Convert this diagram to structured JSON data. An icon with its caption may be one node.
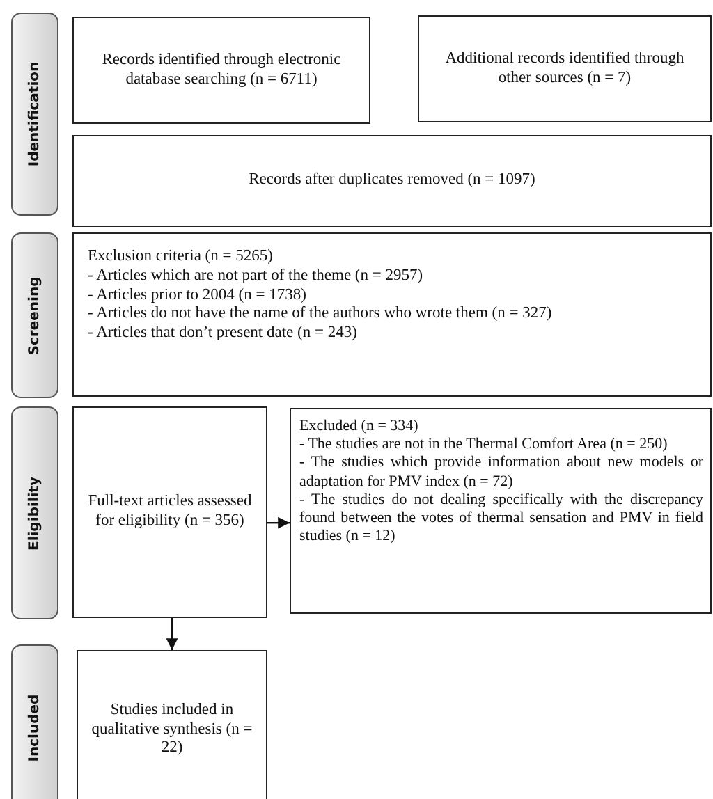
{
  "diagram": {
    "nodes": [
      {
        "text": [
          "Identification"
        ]
      },
      {
        "text": [
          "Records identified through electronic database searching (n = 6711)"
        ]
      },
      {
        "text": [
          "Additional records identified through other sources (n = 7)"
        ]
      },
      {
        "text": [
          "Records after duplicates removed (n = 1097)"
        ]
      },
      {
        "text": [
          "Screening"
        ]
      },
      {
        "text": [
          "Exclusion criteria (n = 5265)",
          "- Articles which are not part of the theme (n = 2957)",
          "- Articles prior to 2004 (n = 1738)",
          "- Articles do not have the name of the authors who wrote them (n = 327)",
          "- Articles that don’t present date (n = 243)"
        ]
      },
      {
        "text": [
          "Eligibility"
        ]
      },
      {
        "text": [
          "Full-text articles assessed for eligibility (n = 356)"
        ]
      },
      {
        "text": [
          "Excluded (n = 334)",
          "- The studies are not in the Thermal Comfort Area (n = 250)",
          "- The studies which provide information about new models or adaptation for PMV index (n = 72)",
          "- The studies do not dealing specifically with the discrepancy found between the votes of thermal sensation and PMV in field studies (n = 12)"
        ]
      },
      {
        "text": [
          "Included"
        ]
      },
      {
        "text": [
          "Studies included in qualitative synthesis (n = 22)"
        ]
      }
    ],
    "edges": [
      {
        "from": 7,
        "to": 8,
        "arrow": "to"
      },
      {
        "from": 7,
        "to": 10,
        "arrow": "to"
      }
    ]
  }
}
